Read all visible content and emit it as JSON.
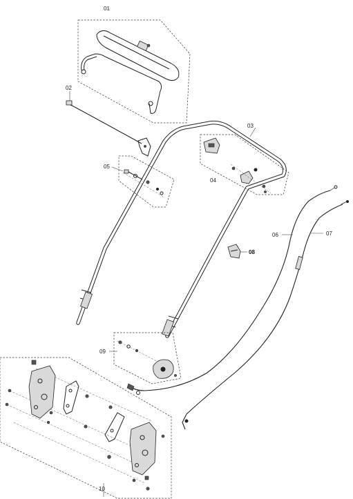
{
  "callouts": {
    "c01": "01",
    "c02": "02",
    "c03": "03",
    "c04": "04",
    "c05": "05",
    "c06": "06",
    "c07": "07",
    "c08": "08",
    "c09": "09",
    "c10": "10"
  }
}
